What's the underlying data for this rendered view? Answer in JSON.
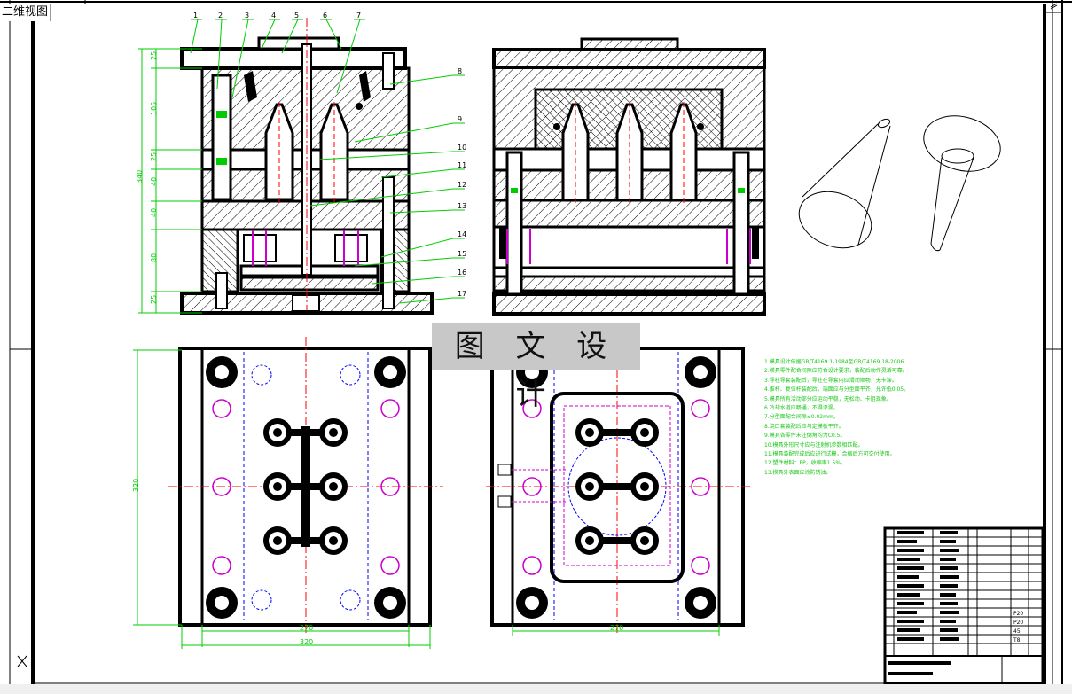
{
  "tab": {
    "label": "二维视图"
  },
  "watermark": {
    "text": "图 文 设 计"
  },
  "colors": {
    "line": "#000000",
    "dimension": "#00cc00",
    "center": "#ff0000",
    "hidden": "#0000ff",
    "hole": "#cc00cc",
    "note": "#18c818"
  },
  "callouts": [
    "1",
    "2",
    "3",
    "4",
    "5",
    "6",
    "7",
    "8",
    "9",
    "10",
    "11",
    "12",
    "13",
    "14",
    "15",
    "16",
    "17"
  ],
  "dimensions": {
    "heights": [
      "25",
      "105",
      "25",
      "40",
      "40",
      "80",
      "25"
    ],
    "total_height": "340",
    "plate_height": "320",
    "width_inner": "270",
    "width_outer": "320",
    "width_right": "270"
  },
  "notes": [
    "1.模具设计依据GB/T4169.1-1984至GB/T4169.18-2006...",
    "2.模具零件配合间隙应符合设计要求，装配后动作灵活可靠。",
    "3.导柱导套装配后，导柱在导套内应滑动顺畅，无卡滞。",
    "4.推杆、复位杆装配后，端面应与分型面平齐，允许低0.05。",
    "5.模具所有活动部分应运动平稳，无松动、卡阻现象。",
    "6.冷却水道应畅通，不得渗漏。",
    "7.分型面配合间隙≤0.02mm。",
    "8.浇口套装配后应与定模板平齐。",
    "9.模具各零件未注倒角均为C0.5。",
    "10.模具外形尺寸应与注射机参数相匹配。",
    "11.模具装配完成后应进行试模，合格后方可交付使用。",
    "12.塑件材料：PP，收缩率1.5%。",
    "13.模具外表面应涂防锈油。"
  ],
  "title_block": {
    "materials": [
      "P20",
      "P20",
      "45",
      "T8"
    ]
  }
}
